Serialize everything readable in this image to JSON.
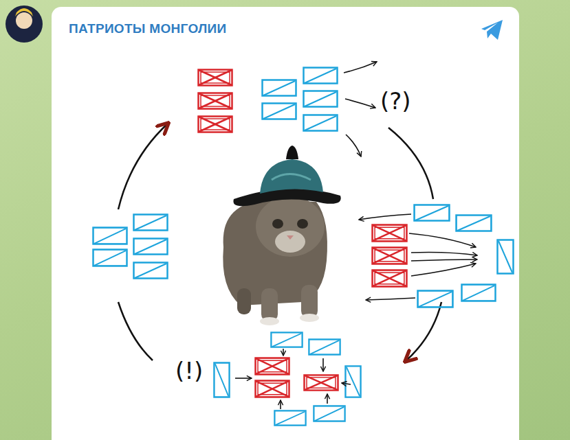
{
  "diagram": {
    "title": "ПАТРИОТЫ МОНГОЛИИ",
    "labels": [
      "(?)",
      "(!)"
    ]
  }
}
